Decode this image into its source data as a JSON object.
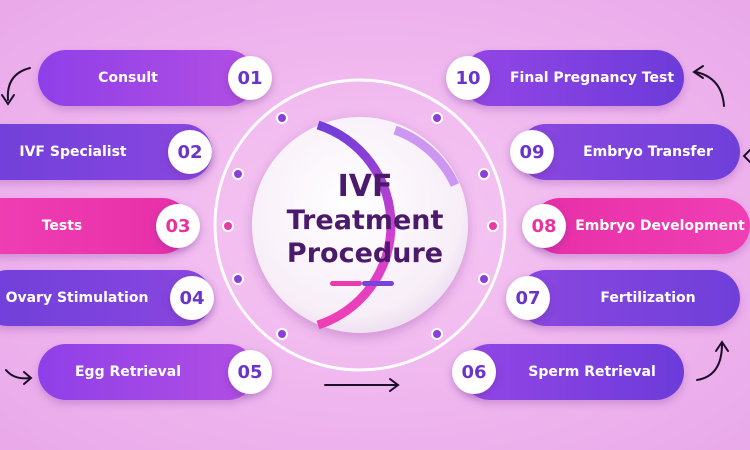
{
  "title": {
    "line1": "IVF",
    "line2": "Treatment",
    "line3": "Procedure"
  },
  "steps": [
    {
      "num": "01",
      "label": "Consult"
    },
    {
      "num": "02",
      "label": "IVF Specialist"
    },
    {
      "num": "03",
      "label": "Tests"
    },
    {
      "num": "04",
      "label": "Ovary Stimulation"
    },
    {
      "num": "05",
      "label": "Egg Retrieval"
    },
    {
      "num": "06",
      "label": "Sperm Retrieval"
    },
    {
      "num": "07",
      "label": "Fertilization"
    },
    {
      "num": "08",
      "label": "Embryo Development"
    },
    {
      "num": "09",
      "label": "Embryo Transfer"
    },
    {
      "num": "10",
      "label": "Final Pregnancy Test"
    }
  ],
  "colors": {
    "background": "#f3c0f0",
    "violet": "#9b45e4",
    "purple": "#6f3fd9",
    "pink": "#ee38ae",
    "title": "#4b1a6b",
    "arrow": "#1c0f2a"
  }
}
